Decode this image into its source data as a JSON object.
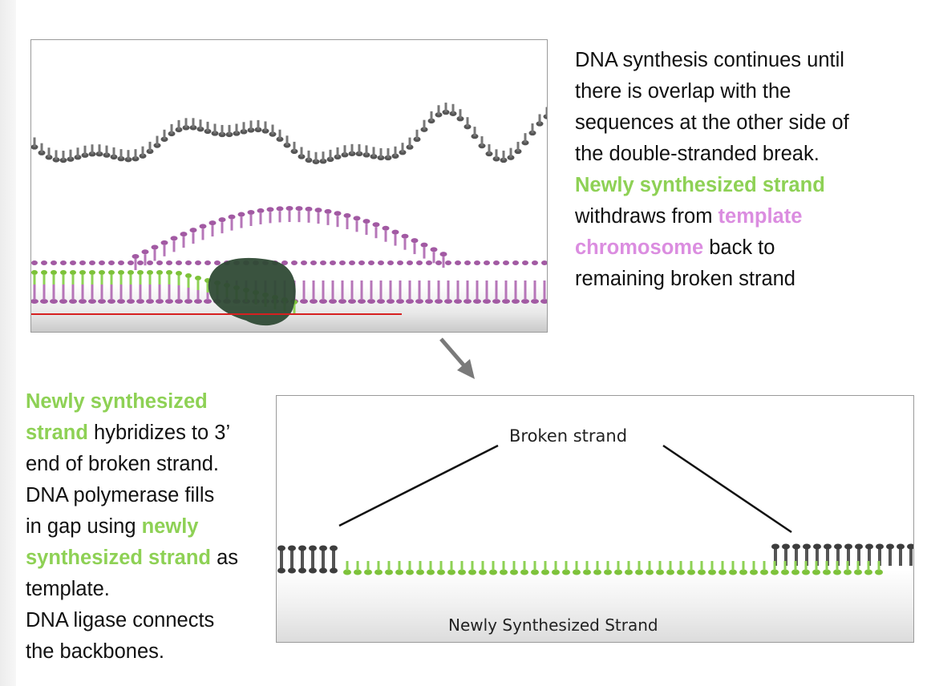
{
  "top_caption": {
    "lines": [
      [
        {
          "t": "DNA synthesis continues until",
          "c": ""
        }
      ],
      [
        {
          "t": "there is overlap with the",
          "c": ""
        }
      ],
      [
        {
          "t": "sequences at the other side of",
          "c": ""
        }
      ],
      [
        {
          "t": "the double-stranded break.",
          "c": ""
        }
      ],
      [
        {
          "t": "Newly synthesized strand",
          "c": "green"
        }
      ],
      [
        {
          "t": "withdraws from ",
          "c": ""
        },
        {
          "t": "template",
          "c": "pink"
        }
      ],
      [
        {
          "t": "chromosome",
          "c": "pink"
        },
        {
          "t": " back to",
          "c": ""
        }
      ],
      [
        {
          "t": "remaining broken strand",
          "c": ""
        }
      ]
    ]
  },
  "bottom_caption": {
    "lines": [
      [
        {
          "t": "Newly synthesized",
          "c": "green"
        }
      ],
      [
        {
          "t": "strand",
          "c": "green"
        },
        {
          "t": " hybridizes to 3’",
          "c": ""
        }
      ],
      [
        {
          "t": "end of broken strand.",
          "c": ""
        }
      ],
      [
        {
          "t": "DNA polymerase fills",
          "c": ""
        }
      ],
      [
        {
          "t": "in gap using ",
          "c": ""
        },
        {
          "t": "newly",
          "c": "green"
        }
      ],
      [
        {
          "t": "synthesized strand",
          "c": "green"
        },
        {
          "t": " as",
          "c": ""
        }
      ],
      [
        {
          "t": "template.",
          "c": ""
        }
      ],
      [
        {
          "t": "DNA ligase connects",
          "c": ""
        }
      ],
      [
        {
          "t": "the backbones.",
          "c": ""
        }
      ]
    ]
  },
  "bottom_panel": {
    "broken_label": "Broken strand",
    "newly_label": "Newly Synthesized Strand"
  },
  "colors": {
    "green_text": "#8ed155",
    "pink_text": "#db8de0",
    "gray_dna": "#555555",
    "purple_dna": "#a25aa3",
    "green_dna": "#7dc23a",
    "red_line": "#d62020",
    "arrow": "#7a7a7a",
    "protein": "#2f4a35"
  }
}
